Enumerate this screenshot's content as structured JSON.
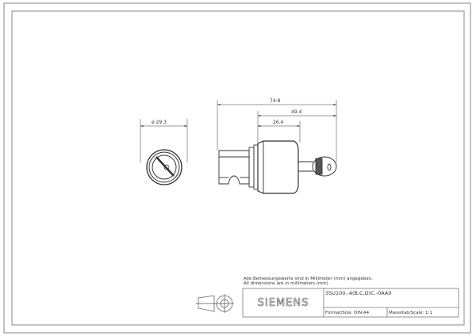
{
  "drawing": {
    "dimensions": {
      "diameter": "ø 29.3",
      "overall_length": "74.8",
      "length_2": "49.4",
      "length_3": "26.4"
    },
    "note_de": "Alle Bemessungswerte sind in Millimeter (mm) angegeben.",
    "note_en": "All dimensions are in millimeters (mm)",
    "title_block": {
      "brand": "SIEMENS",
      "part_number": "3SU100.-4(B,C,D)C.-0AA0",
      "format": "Format/Size: DIN A4",
      "scale": "Massstab/Scale: 1:1"
    }
  }
}
